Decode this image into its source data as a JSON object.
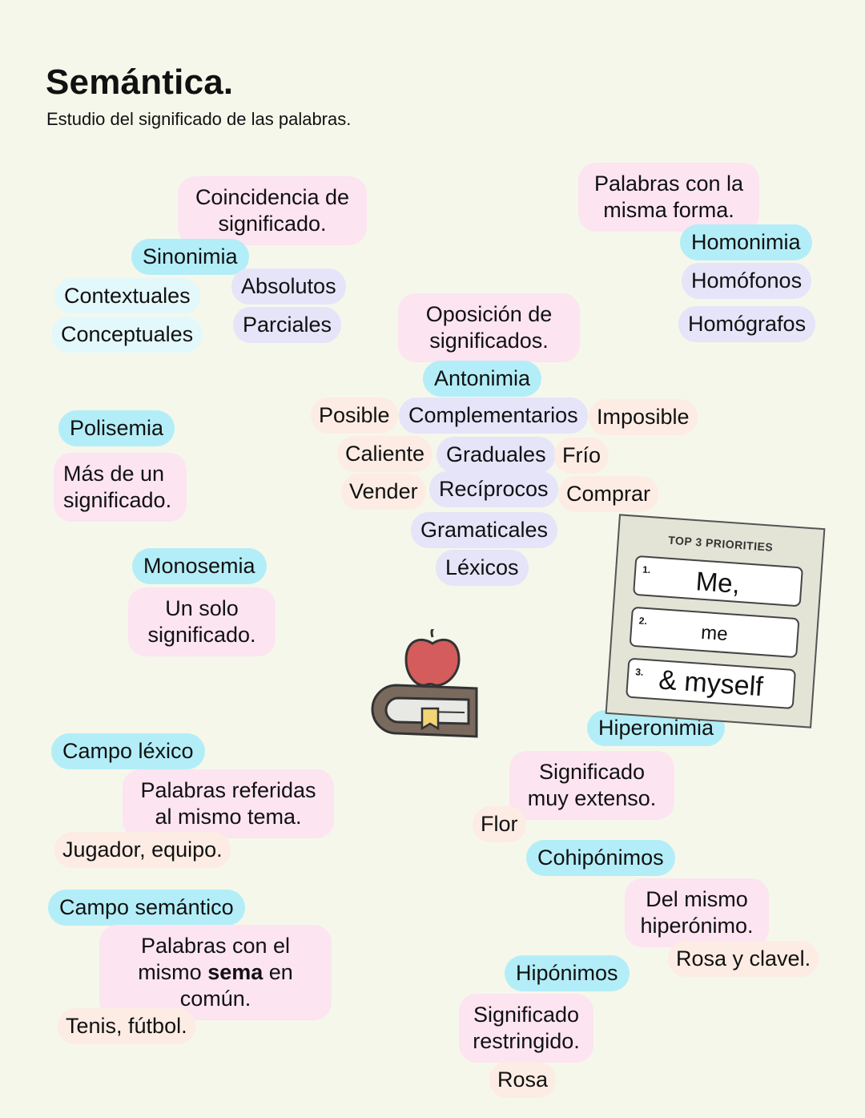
{
  "header": {
    "title": "Semántica.",
    "subtitle": "Estudio del significado de las palabras."
  },
  "sinonimia": {
    "definition": "Coincidencia de significado.",
    "label": "Sinonimia",
    "types_left": [
      "Contextuales",
      "Conceptuales"
    ],
    "types_right": [
      "Absolutos",
      "Parciales"
    ]
  },
  "homonimia": {
    "definition": "Palabras con la misma forma.",
    "label": "Homonimia",
    "types": [
      "Homófonos",
      "Homógrafos"
    ]
  },
  "antonimia": {
    "definition": "Oposición de significados.",
    "label": "Antonimia",
    "types": [
      {
        "left": "Posible",
        "type": "Complementarios",
        "right": "Imposible"
      },
      {
        "left": "Caliente",
        "type": "Graduales",
        "right": "Frío"
      },
      {
        "left": "Vender",
        "type": "Recíprocos",
        "right": "Comprar"
      }
    ],
    "extra_types": [
      "Gramaticales",
      "Léxicos"
    ]
  },
  "polisemia": {
    "label": "Polisemia",
    "definition": "Más de un significado."
  },
  "monosemia": {
    "label": "Monosemia",
    "definition": "Un solo significado."
  },
  "campo_lexico": {
    "label": "Campo léxico",
    "definition": "Palabras referidas al mismo tema.",
    "example": "Jugador, equipo."
  },
  "campo_semantico": {
    "label": "Campo semántico",
    "definition_pre": "Palabras con el mismo ",
    "definition_bold": "sema",
    "definition_post": " en común.",
    "example": "Tenis, fútbol."
  },
  "hiperonimia": {
    "label": "Hiperonimia",
    "definition": "Significado muy extenso.",
    "example": "Flor"
  },
  "cohiponimos": {
    "label": "Cohipónimos",
    "definition": "Del mismo hiperónimo.",
    "example": "Rosa y clavel."
  },
  "hiponimos": {
    "label": "Hipónimos",
    "definition": "Significado restringido.",
    "example": "Rosa"
  },
  "sticker": {
    "title": "TOP 3 PRIORITIES",
    "items": [
      {
        "num": "1.",
        "text": "Me,"
      },
      {
        "num": "2.",
        "text": "me"
      },
      {
        "num": "3.",
        "text": "& myself"
      }
    ]
  },
  "colors": {
    "background": "#f6f7eb",
    "term": "#b3eef8",
    "definition": "#fce4f0",
    "subtype": "#e5e4f9",
    "example": "#fcece4"
  }
}
